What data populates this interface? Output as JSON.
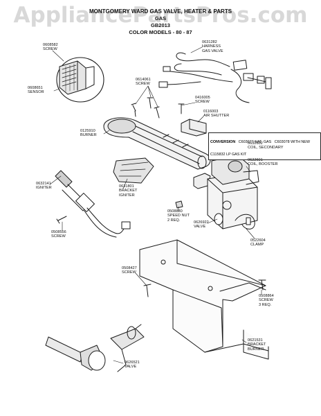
{
  "watermark": "AppliancePartsPros.com",
  "header": {
    "line1": "MONTGOMERY WARD GAS VALVE, HEATER & PARTS",
    "line2": "GAS",
    "line3": "GB2013",
    "line4": "COLOR MODELS - 80 - 87"
  },
  "kit": {
    "title": "CONVERSION",
    "lines": [
      "C603077 NAT. GAS",
      "C603078 WITH NEW",
      "C115832 LP GAS KIT"
    ]
  },
  "callouts": {
    "screw_0608582": [
      "0608582",
      "SCREW"
    ],
    "sensor_0608651": [
      "0608651",
      "SENSOR"
    ],
    "harness_0631282": [
      "0631282",
      "HARNESS",
      "GAS VALVE"
    ],
    "screw_0614061": [
      "0614061",
      "SCREW"
    ],
    "screw_0416005": [
      "0416005",
      "SCREW"
    ],
    "shutter_0116003": [
      "0116003",
      "AIR SHUTTER"
    ],
    "burner_0125910": [
      "0125910",
      "BURNER"
    ],
    "coil_0632602": [
      "0632602",
      "COIL, SECONDARY"
    ],
    "coil_0622601": [
      "0622601",
      "COIL, BOOSTER"
    ],
    "igniter_0632141": [
      "0632141",
      "IGNITER"
    ],
    "bracket_0631801": [
      "0631801",
      "BRACKET",
      "IGNITER"
    ],
    "speednut_0508880": [
      "0508880",
      "SPEED NUT",
      "2 REQ."
    ],
    "valve_0626922": [
      "0626922",
      "VALVE"
    ],
    "screw_0508556": [
      "0508556",
      "SCREW"
    ],
    "clamp_0522604": [
      "0522604",
      "CLAMP"
    ],
    "screw_0508427": [
      "0508427",
      "SCREW"
    ],
    "screw_0508864": [
      "0508864",
      "SCREW",
      "3 REQ."
    ],
    "bracket_0621531": [
      "0621531",
      "BRACKET",
      "BURNER"
    ],
    "valve_0626521": [
      "0626521",
      "VALVE"
    ]
  }
}
